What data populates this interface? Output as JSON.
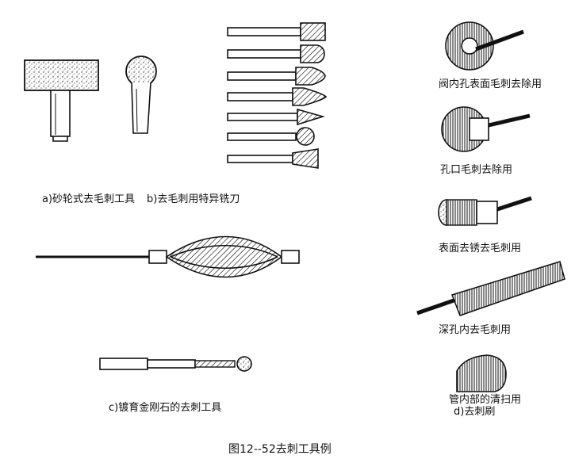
{
  "labels": {
    "a": "a)砂轮式去毛刺工具",
    "b": "b)去毛刺用特异铣刀",
    "c": "c)镀育金刚石的去刺工具",
    "d1": "阀内孔表面毛刺去除用",
    "d2": "孔口毛刺去除用",
    "d3": "表面去锈去毛刺用",
    "d4": "深孔内去毛刺用",
    "d5": "管内部的清扫用",
    "d": "d)去刺刷"
  },
  "caption": "图12--52去刺工具例",
  "colors": {
    "ink": "#111111",
    "paper": "#ffffff"
  }
}
